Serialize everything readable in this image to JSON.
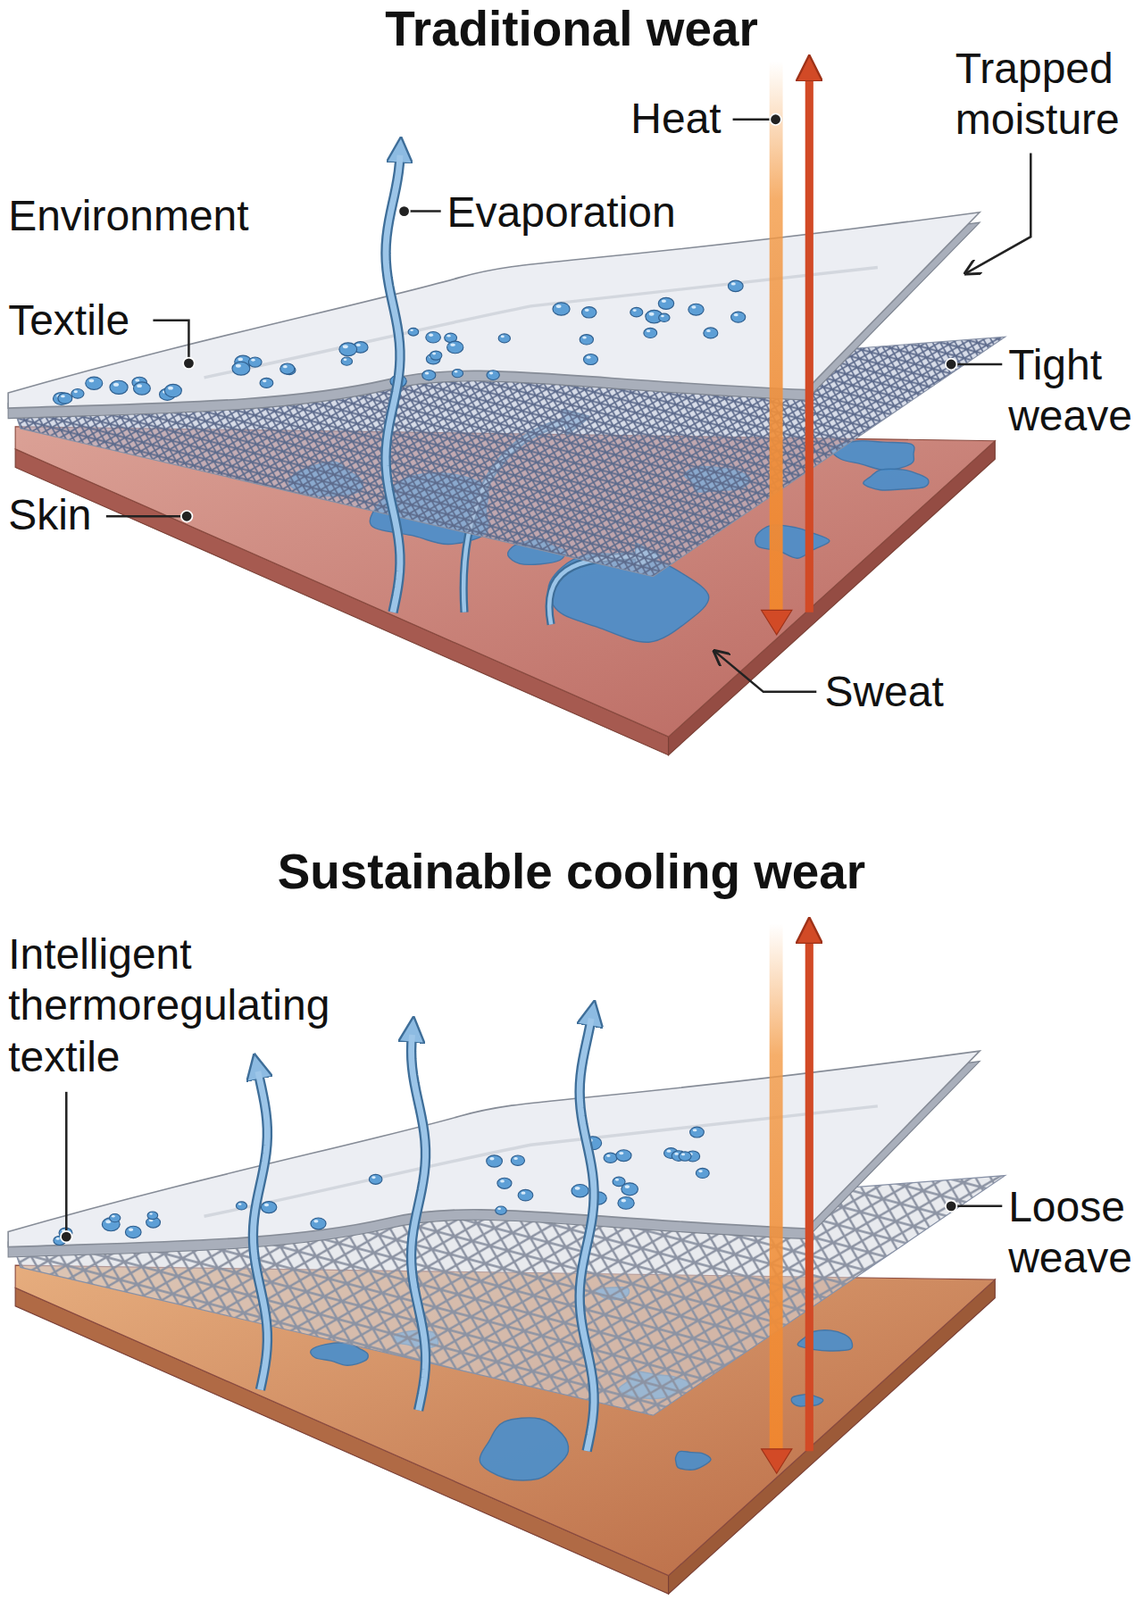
{
  "diagram": {
    "labels": [
      "Traditional wear",
      "Environment",
      "Textile",
      "Evaporation",
      "Heat",
      "Trapped moisture",
      "Tight weave",
      "Skin",
      "Sweat",
      "Sustainable cooling wear",
      "Intelligent thermoregulating textile",
      "Loose weave"
    ]
  }
}
